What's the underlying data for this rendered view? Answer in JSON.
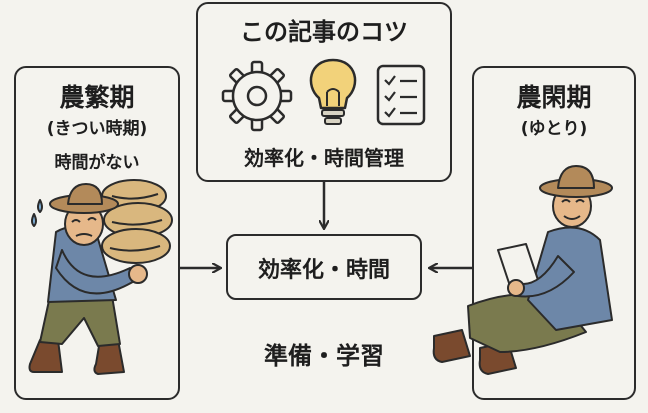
{
  "busy_panel": {
    "title": "農繁期",
    "subtitle": "(きつい時期)",
    "note": "時間がない"
  },
  "tips_panel": {
    "title": "この記事のコツ",
    "icons": [
      "gear-icon",
      "lightbulb-icon",
      "checklist-icon"
    ],
    "caption": "効率化・時間管理"
  },
  "center_box": {
    "label": "効率化・時間"
  },
  "bottom_label": "準備・学習",
  "relaxed_panel": {
    "title": "農閑期",
    "subtitle": "(ゆとり)"
  },
  "colors": {
    "background": "#f4f3ee",
    "border": "#2b2b2b",
    "bulb": "#f2d27a",
    "shirt": "#6d87a8",
    "pants": "#7a7a4e",
    "hat": "#b38a5a",
    "sack": "#d9b77e",
    "boots": "#7a4a2e"
  }
}
